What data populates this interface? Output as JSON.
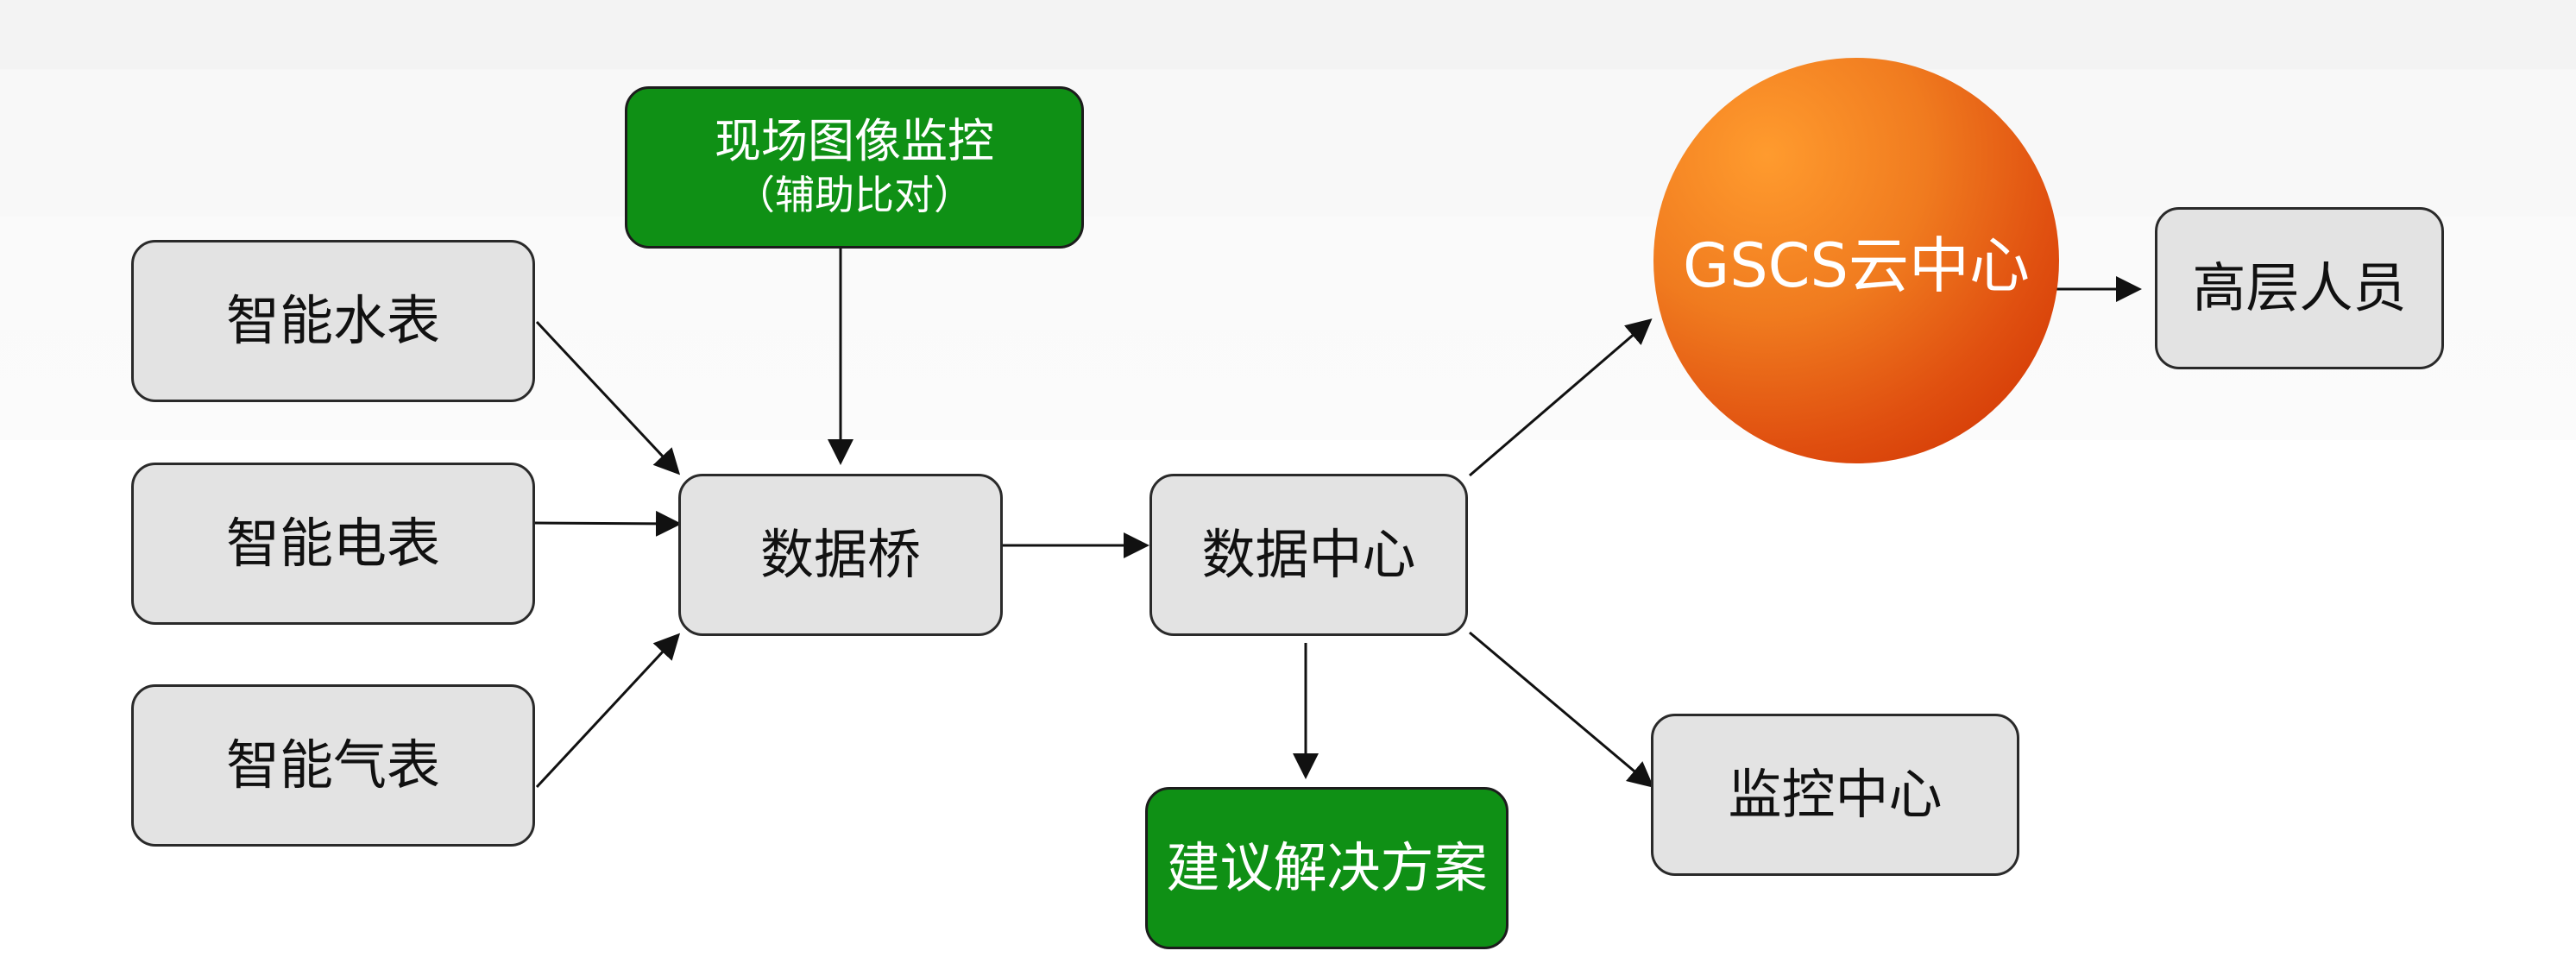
{
  "nodes": {
    "water_meter": "智能水表",
    "electric_meter": "智能电表",
    "gas_meter": "智能气表",
    "image_monitor": {
      "title": "现场图像监控",
      "subtitle": "（辅助比对）"
    },
    "data_bridge": "数据桥",
    "data_center": "数据中心",
    "gscs_cloud": "GSCS云中心",
    "executives": "高层人员",
    "monitoring_center": "监控中心",
    "suggested_solutions": "建议解决方案"
  },
  "colors": {
    "node_fill": "#e3e3e3",
    "node_border": "#2a2a2a",
    "green": "#0f9015",
    "orange_light": "#ff9b2e",
    "orange_dark": "#cc2c00",
    "arrow": "#111111"
  }
}
